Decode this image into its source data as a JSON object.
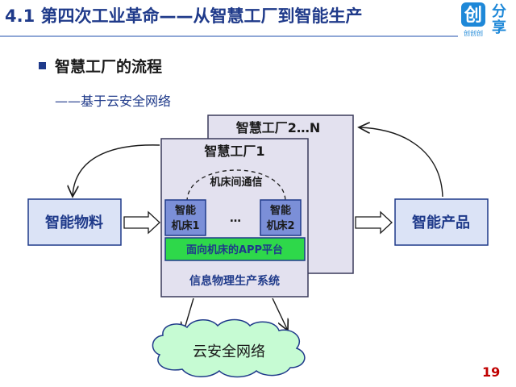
{
  "slide": {
    "title": "4.1 第四次工业革命——从智慧工厂到智能生产",
    "heading": "智慧工厂的流程",
    "subheading": "——基于云安全网络",
    "page_number": "19"
  },
  "logo": {
    "char_main": "创",
    "char_side_top": "分",
    "char_side_bottom": "享",
    "caption": "创创创",
    "color": "#1e88d8"
  },
  "diagram": {
    "factory_back_title": "智慧工厂2…N",
    "factory_front_title": "智慧工厂1",
    "comm_label": "机床间通信",
    "machine_tools": [
      {
        "line1": "智能",
        "line2": "机床1"
      },
      {
        "line1": "智能",
        "line2": "机床2"
      }
    ],
    "ellipsis": "…",
    "app_platform": "面向机床的APP平台",
    "cps_label": "信息物理生产系统",
    "input_box": "智能物料",
    "output_box": "智能产品",
    "cloud_label": "云安全网络"
  },
  "colors": {
    "title_blue": "#1f3a8a",
    "box_fill": "#dbe3f6",
    "box_stroke": "#1f3a8a",
    "factory_fill": "#e3e1ef",
    "app_green": "#2ed84a",
    "cloud_fill": "#c6fbd3",
    "page_red": "#c00000"
  }
}
